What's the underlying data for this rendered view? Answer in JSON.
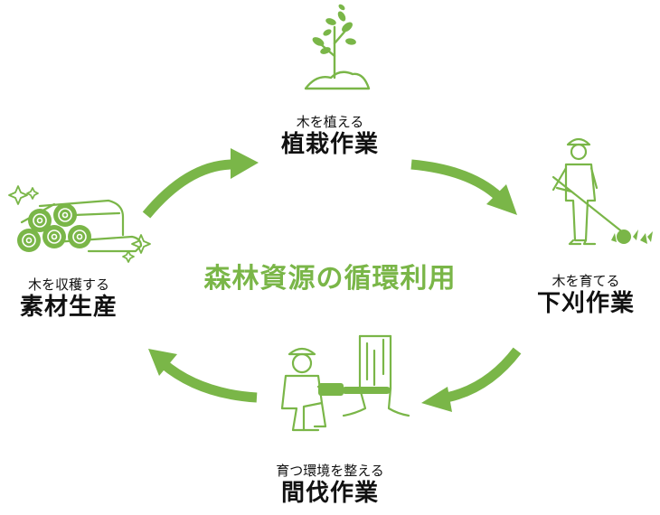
{
  "center_title": "森林資源の循環利用",
  "colors": {
    "accent": "#7ab648",
    "text": "#111111"
  },
  "stages": [
    {
      "sub": "木を植える",
      "main": "植栽作業",
      "icon": "sapling-icon"
    },
    {
      "sub": "木を育てる",
      "main": "下刈作業",
      "icon": "worker-brushcutter-icon"
    },
    {
      "sub": "育つ環境を整える",
      "main": "間伐作業",
      "icon": "worker-chainsaw-icon"
    },
    {
      "sub": "木を収穫する",
      "main": "素材生産",
      "icon": "log-pile-icon"
    }
  ]
}
